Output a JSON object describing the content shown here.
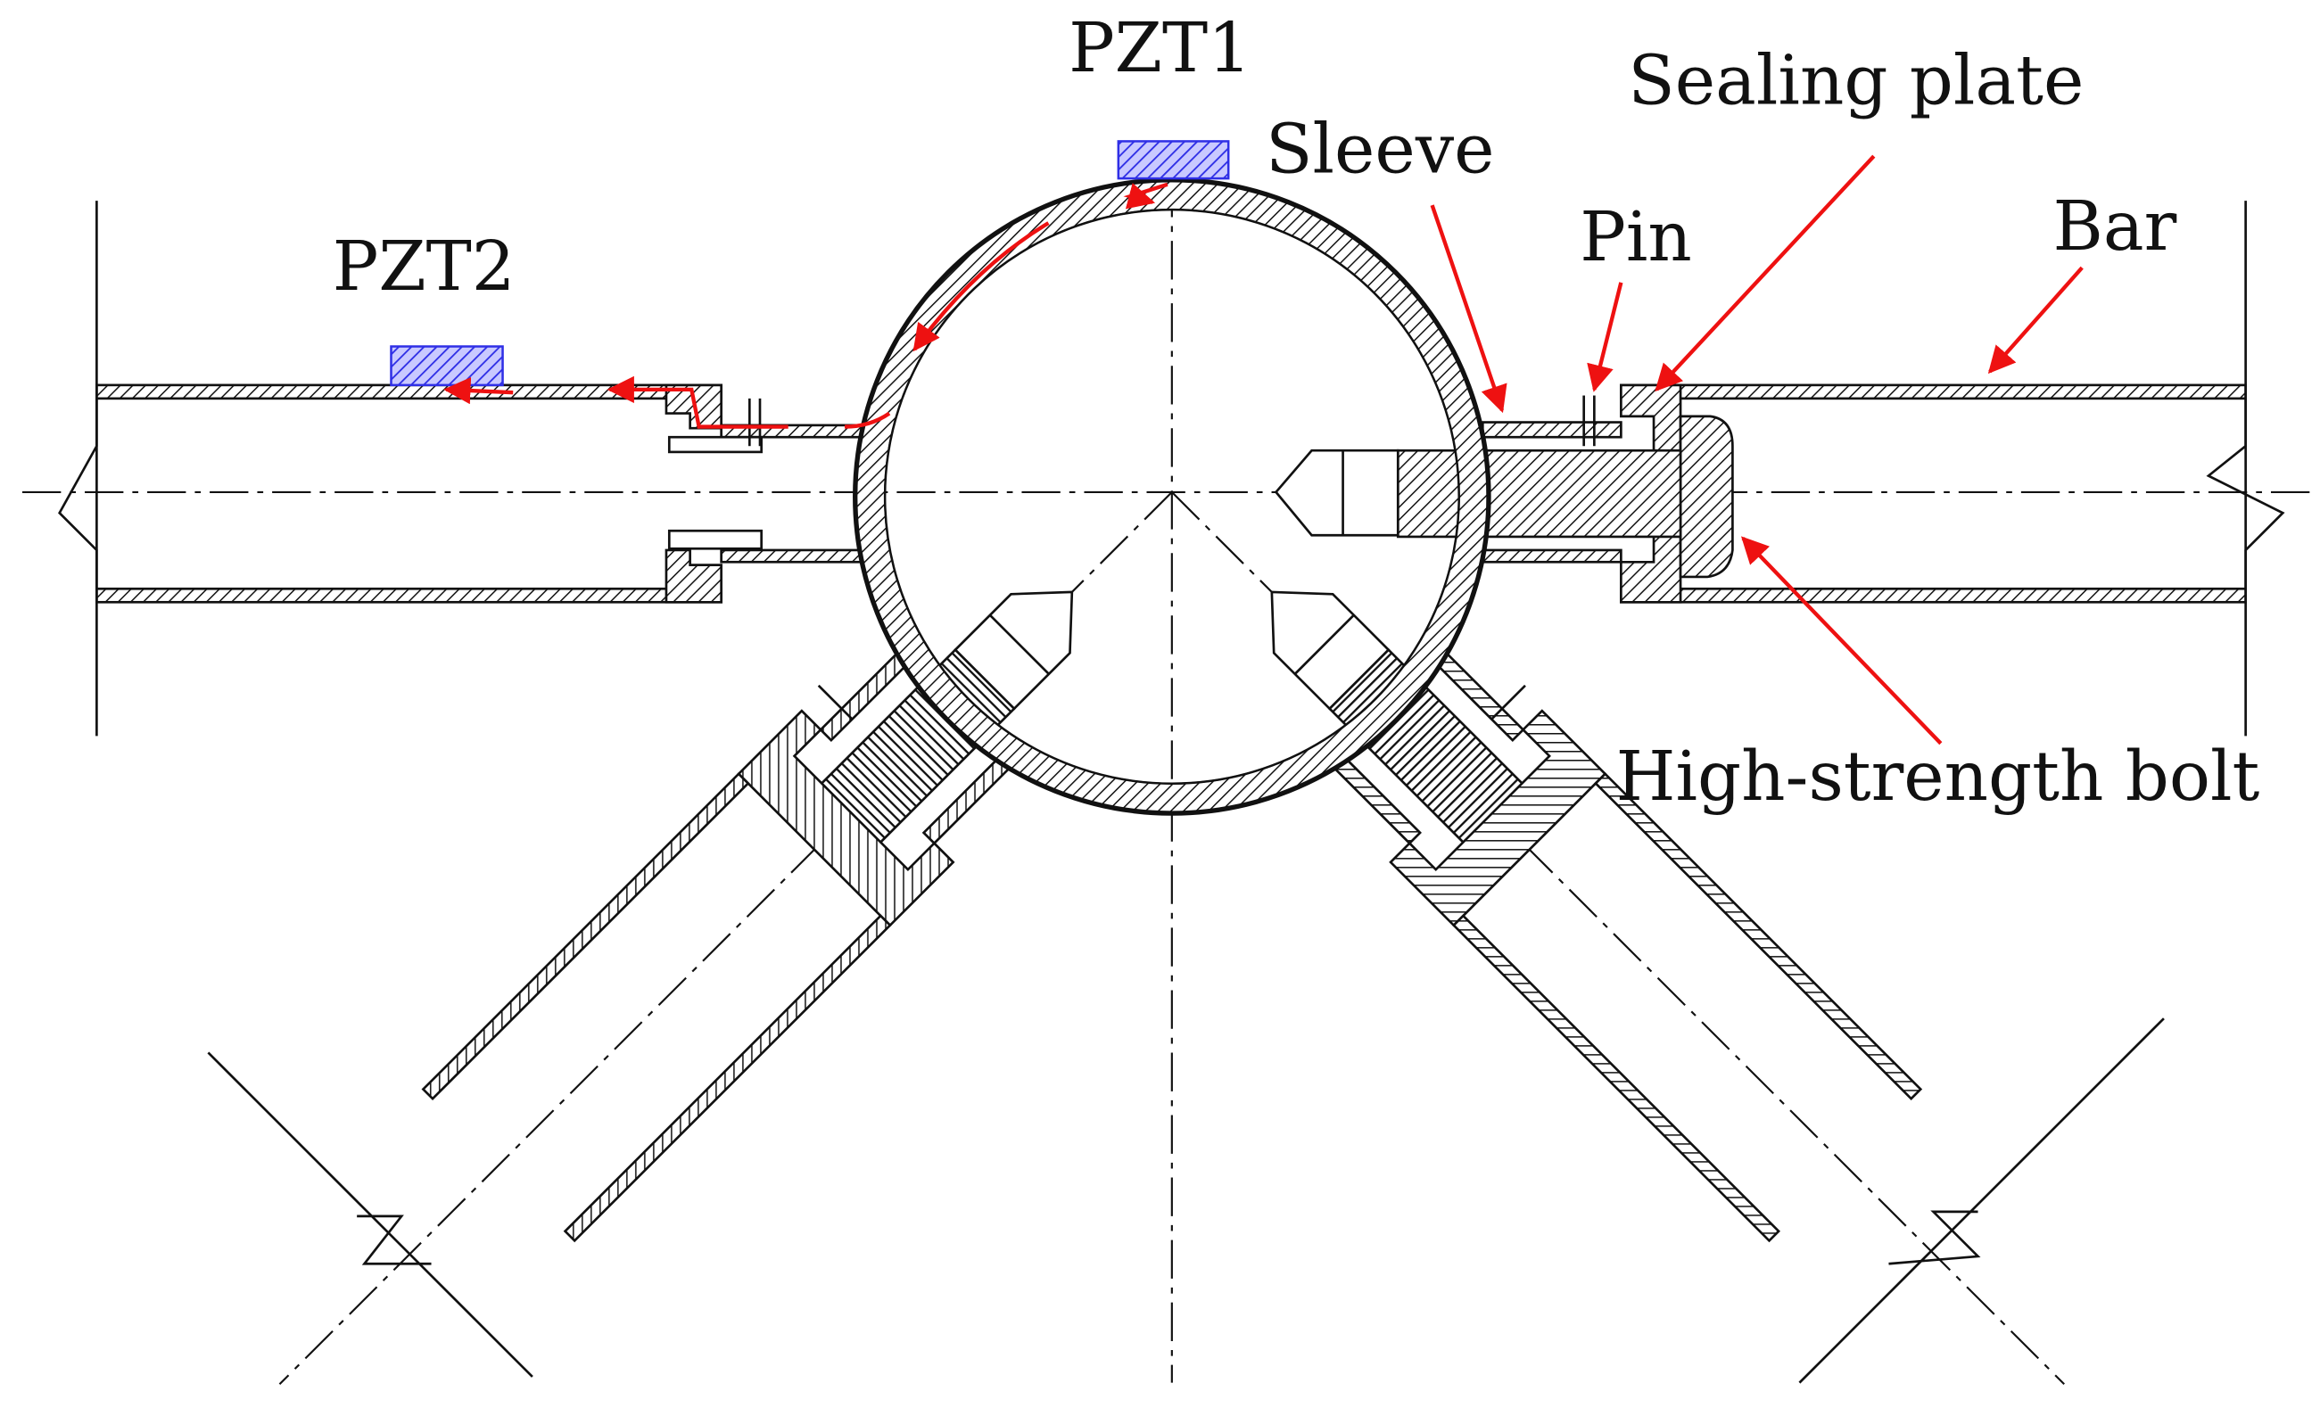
{
  "labels": {
    "pzt1": "PZT1",
    "pzt2": "PZT2",
    "sleeve": "Sleeve",
    "sealing_plate": "Sealing plate",
    "pin": "Pin",
    "bar": "Bar",
    "high_strength_bolt": "High-strength bolt"
  },
  "colors": {
    "line": "#111111",
    "annotation_arrow": "#ee1111",
    "pzt_fill": "#3333ee",
    "background": "#ffffff"
  }
}
